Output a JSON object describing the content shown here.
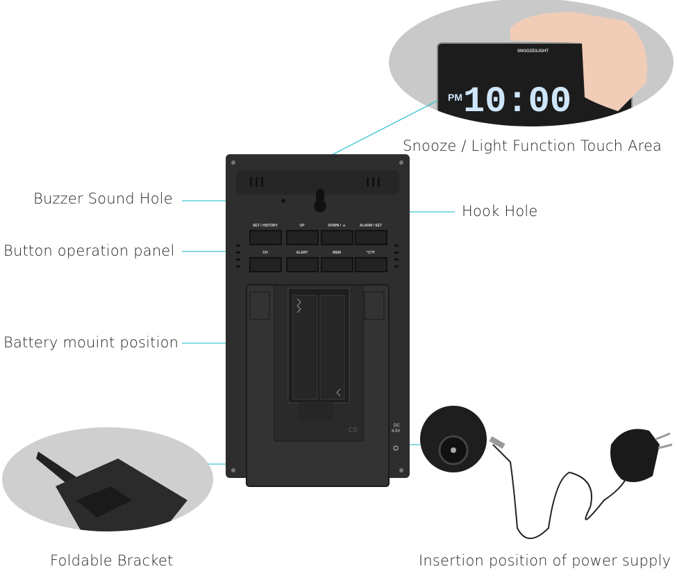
{
  "labels": {
    "snooze": "Snooze / Light Function Touch Area",
    "buzzer": "Buzzer Sound Hole",
    "hook": "Hook Hole",
    "buttons": "Button operation panel",
    "battery": "Battery mouint position",
    "bracket": "Foldable Bracket",
    "power": "Insertion position of power supply"
  },
  "device": {
    "button_labels_top": [
      "SET / HISTORY",
      "UP",
      "DOWN / ◄",
      "ALARM / SET"
    ],
    "button_labels_bottom": [
      "CH",
      "ALERT",
      "MEM",
      "°C/°F"
    ],
    "dc_label": "DC",
    "dc_voltage": "4.5V",
    "ce_mark": "CE"
  },
  "inset_display": {
    "touch_label": "SNOOZE/LIGHT",
    "ampm": "PM",
    "time_digits": "10:00"
  },
  "colors": {
    "callout_line": "#3fc3d4",
    "device_body": "#2b2b2b",
    "inset_bg": "#c9c9c9",
    "lcd_digits": "#cfe6fa"
  }
}
